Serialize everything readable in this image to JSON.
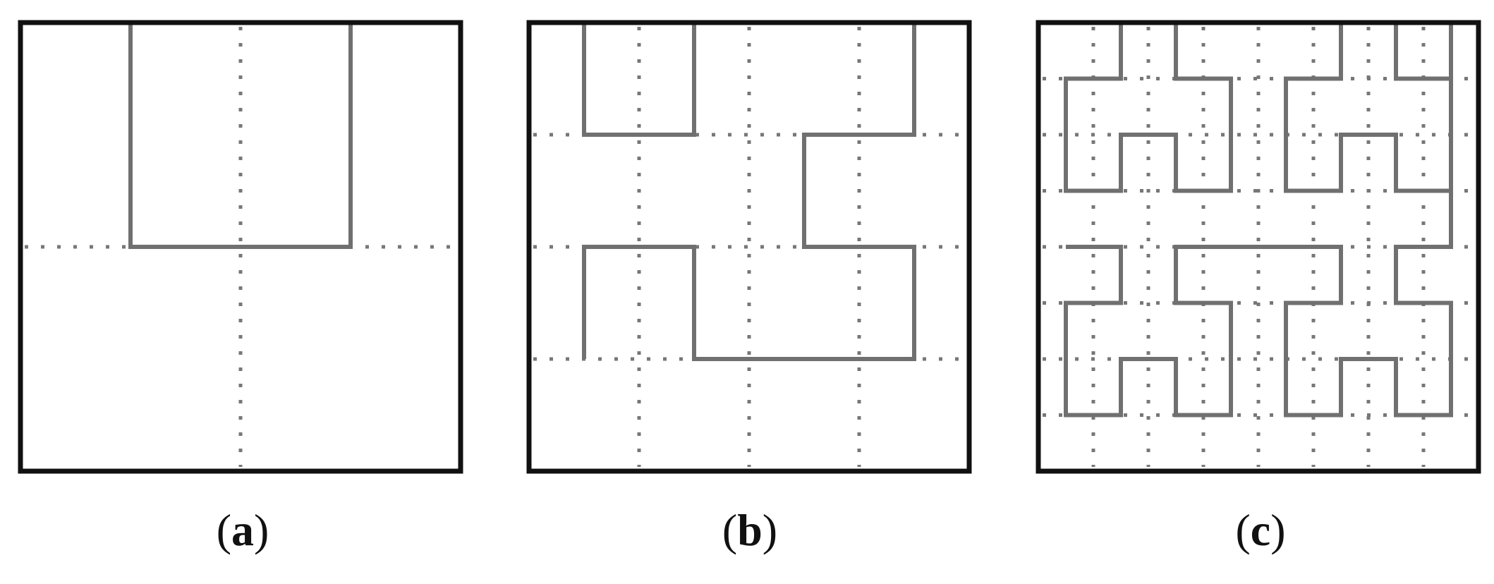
{
  "panels": [
    {
      "label": "a",
      "order": 1,
      "curve": [
        [
          0.5,
          0
        ],
        [
          0.5,
          1
        ],
        [
          1.5,
          1
        ],
        [
          1.5,
          0
        ]
      ]
    },
    {
      "label": "b",
      "order": 2,
      "curve": [
        [
          0.5,
          0
        ],
        [
          0.5,
          1
        ],
        [
          1.5,
          1
        ],
        [
          1.5,
          0
        ],
        [
          2.5,
          0
        ],
        [
          3.5,
          0
        ],
        [
          3.5,
          1
        ],
        [
          2.5,
          1
        ],
        [
          2.5,
          2
        ],
        [
          3.5,
          2
        ],
        [
          3.5,
          3
        ],
        [
          2.5,
          3
        ],
        [
          1.5,
          3
        ],
        [
          1.5,
          2
        ],
        [
          0.5,
          2
        ],
        [
          0.5,
          3
        ]
      ]
    },
    {
      "label": "c",
      "order": 3,
      "curve": [
        [
          0.5,
          0
        ],
        [
          1.5,
          0
        ],
        [
          1.5,
          1
        ],
        [
          0.5,
          1
        ],
        [
          0.5,
          2
        ],
        [
          0.5,
          3
        ],
        [
          1.5,
          3
        ],
        [
          1.5,
          2
        ],
        [
          2.5,
          2
        ],
        [
          2.5,
          3
        ],
        [
          3.5,
          3
        ],
        [
          3.5,
          2
        ],
        [
          3.5,
          1
        ],
        [
          2.5,
          1
        ],
        [
          2.5,
          0
        ],
        [
          3.5,
          0
        ],
        [
          4.5,
          0
        ],
        [
          5.5,
          0
        ],
        [
          5.5,
          1
        ],
        [
          4.5,
          1
        ],
        [
          4.5,
          2
        ],
        [
          4.5,
          3
        ],
        [
          5.5,
          3
        ],
        [
          5.5,
          2
        ],
        [
          6.5,
          2
        ],
        [
          6.5,
          3
        ],
        [
          7.5,
          3
        ],
        [
          7.5,
          2
        ],
        [
          7.5,
          1
        ],
        [
          6.5,
          1
        ],
        [
          6.5,
          0
        ],
        [
          7.5,
          0
        ],
        [
          7.5,
          4
        ],
        [
          6.5,
          4
        ],
        [
          6.5,
          5
        ],
        [
          7.5,
          5
        ],
        [
          7.5,
          6
        ],
        [
          7.5,
          7
        ],
        [
          6.5,
          7
        ],
        [
          6.5,
          6
        ],
        [
          5.5,
          6
        ],
        [
          5.5,
          7
        ],
        [
          4.5,
          7
        ],
        [
          4.5,
          6
        ],
        [
          4.5,
          5
        ],
        [
          5.5,
          5
        ],
        [
          5.5,
          4
        ],
        [
          4.5,
          4
        ],
        [
          3.5,
          4
        ],
        [
          2.5,
          4
        ],
        [
          2.5,
          5
        ],
        [
          3.5,
          5
        ],
        [
          3.5,
          6
        ],
        [
          3.5,
          7
        ],
        [
          2.5,
          7
        ],
        [
          2.5,
          6
        ],
        [
          1.5,
          6
        ],
        [
          1.5,
          7
        ],
        [
          0.5,
          7
        ],
        [
          0.5,
          6
        ],
        [
          0.5,
          5
        ],
        [
          1.5,
          5
        ],
        [
          1.5,
          4
        ],
        [
          0.5,
          4
        ]
      ]
    }
  ],
  "colors": {
    "frame": "#111111",
    "curve": "#707070",
    "grid": "#777777"
  }
}
